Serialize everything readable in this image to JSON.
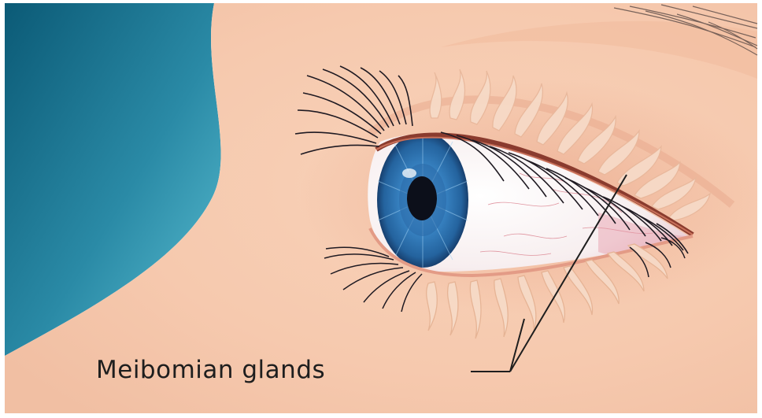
{
  "label": {
    "text": "Meibomian glands"
  },
  "colors": {
    "skin": "#f6cbb0",
    "skin_shadow": "#eaa98b",
    "background_dark": "#0b5a76",
    "background_light": "#4fb6cb",
    "iris": "#2e73b5",
    "pupil": "#0c0f1a",
    "gland": "#f4d3bd",
    "leader_line": "#1e1e1e",
    "border": "#ffffff"
  },
  "icons": [
    "eye-illustration",
    "eyelash",
    "meibomian-gland",
    "leader-line"
  ]
}
